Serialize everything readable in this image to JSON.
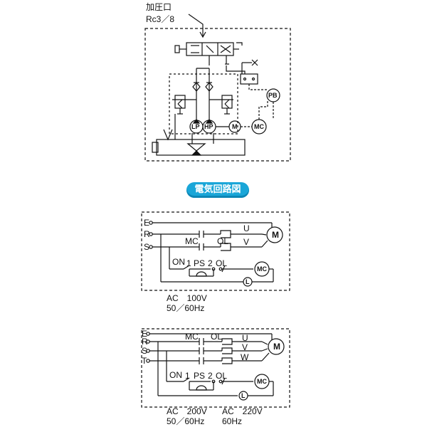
{
  "hydraulic": {
    "port_label": "加圧口",
    "port_size": "Rc3／8",
    "pump_lp": "LP",
    "pump_hp": "HP",
    "motor": "M",
    "mc": "MC",
    "pb": "PB"
  },
  "section_title": "電気回路図",
  "circuit1": {
    "lines": [
      "E",
      "R",
      "S"
    ],
    "motor": "M",
    "contactor": "MC",
    "overload": "OL",
    "u": "U",
    "v": "V",
    "on": "ON",
    "n1": "1",
    "ps": "PS",
    "n2": "2",
    "ol2": "OL",
    "mc_coil": "MC",
    "lamp": "L",
    "voltage": "AC　100V",
    "freq": "50／60Hz"
  },
  "circuit2": {
    "lines": [
      "E",
      "R",
      "S",
      "T"
    ],
    "motor": "M",
    "contactor": "MC",
    "overload": "OL",
    "u": "U",
    "v": "V",
    "w": "W",
    "on": "ON",
    "n1": "1",
    "ps": "PS",
    "n2": "2",
    "ol2": "OL",
    "mc_coil": "MC",
    "lamp": "L",
    "voltage1": "AC　200V",
    "freq1": "50／60Hz",
    "voltage2": "AC　220V",
    "freq2": "60Hz"
  }
}
